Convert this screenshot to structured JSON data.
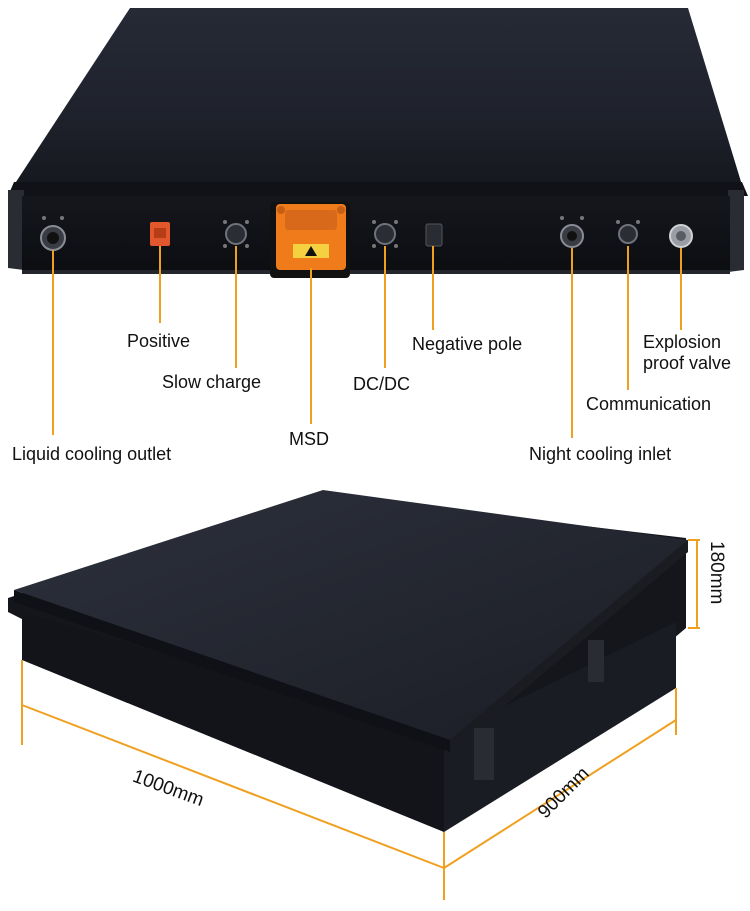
{
  "labels": {
    "positive": "Positive",
    "slow_charge": "Slow charge",
    "msd": "MSD",
    "dc_dc": "DC/DC",
    "negative_pole": "Negative pole",
    "explosion_line1": "Explosion",
    "explosion_line2": "proof valve",
    "communication": "Communication",
    "liquid_outlet": "Liquid cooling outlet",
    "night_inlet": "Night cooling inlet"
  },
  "dimensions": {
    "length": "1000mm",
    "width": "900mm",
    "height": "180mm"
  },
  "colors": {
    "leader": "#f0a020",
    "casing": "#1c1e26",
    "lid": "#2a2d38",
    "msd_orange": "#ef7b1a",
    "positive_orange": "#e2572b"
  }
}
